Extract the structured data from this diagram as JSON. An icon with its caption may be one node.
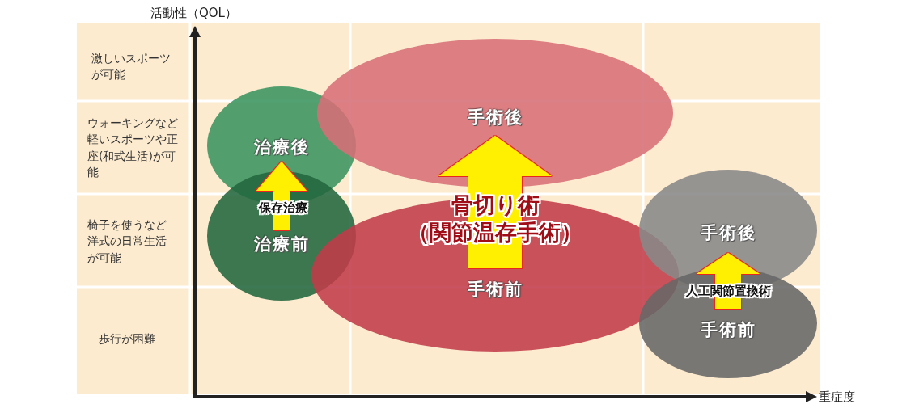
{
  "diagram": {
    "nodes": [
      {
        "text": [
          "治療後"
        ]
      },
      {
        "text": [
          "治療前"
        ]
      },
      {
        "text": [
          "手術後"
        ]
      },
      {
        "text": [
          "手術前"
        ]
      },
      {
        "text": [
          "手術後"
        ]
      },
      {
        "text": [
          "手術前"
        ]
      }
    ],
    "edges": [
      {
        "from": 1,
        "to": 0,
        "arrow": "to",
        "label": "保存治療"
      },
      {
        "from": 3,
        "to": 2,
        "arrow": "to",
        "label": "骨切り術（関節温存手術）",
        "style": "thick"
      },
      {
        "from": 5,
        "to": 4,
        "arrow": "to",
        "label": "人工関節置換術"
      }
    ],
    "labels": [
      "活動性（QOL）",
      "激しいスポーツが可能",
      "ウォーキングなど軽いスポーツや正座(和式生活)が可能",
      "椅子を使うなど洋式の日常生活が可能",
      "歩行が困難",
      "重症度"
    ]
  }
}
